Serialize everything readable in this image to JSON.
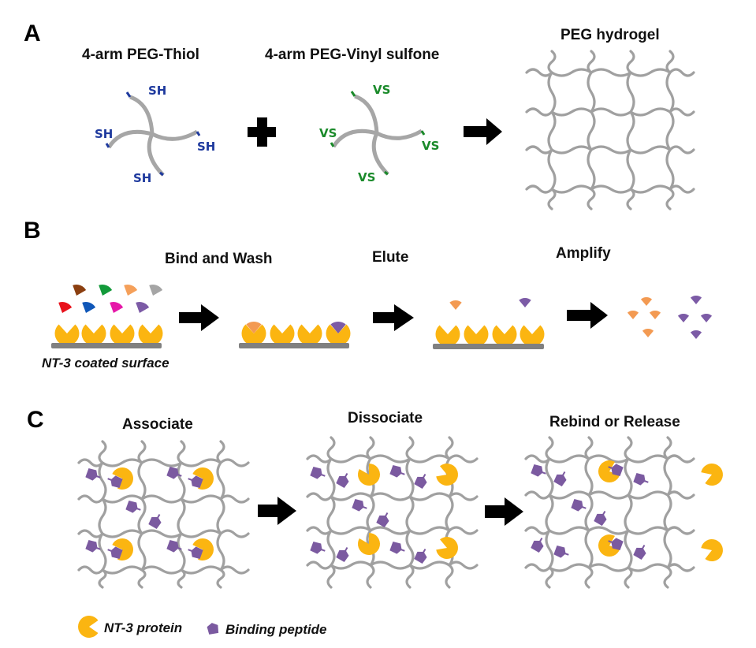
{
  "figure": {
    "panels": {
      "A": {
        "letter": "A",
        "thiol_title": "4-arm PEG-Thiol",
        "vs_title": "4-arm PEG-Vinyl sulfone",
        "hydrogel_title": "PEG hydrogel",
        "thiol_group": "SH",
        "vs_group": "VS",
        "operator": "+",
        "thiol_color": "#1f3a9e",
        "vs_color": "#1a8a2a"
      },
      "B": {
        "letter": "B",
        "steps": [
          "Bind and Wash",
          "Elute",
          "Amplify"
        ],
        "surface_label": "NT-3 coated surface",
        "peptide_library_colors": [
          "#8b3f10",
          "#139a3a",
          "#f5a05a",
          "#a5a5a5",
          "#e8121c",
          "#1057b8",
          "#e619a9",
          "#7c5ba6"
        ],
        "selected_peptide_colors": [
          "#f39a52",
          "#7c5ba6"
        ]
      },
      "C": {
        "letter": "C",
        "steps": [
          "Associate",
          "Dissociate",
          "Rebind or Release"
        ]
      }
    },
    "legend": {
      "protein_label": "NT-3 protein",
      "peptide_label": "Binding peptide"
    },
    "colors": {
      "protein": "#fbb511",
      "peptide": "#7b5aa0",
      "polymer": "#a3a3a3",
      "surface": "#808080",
      "arrow": "#000000"
    }
  }
}
